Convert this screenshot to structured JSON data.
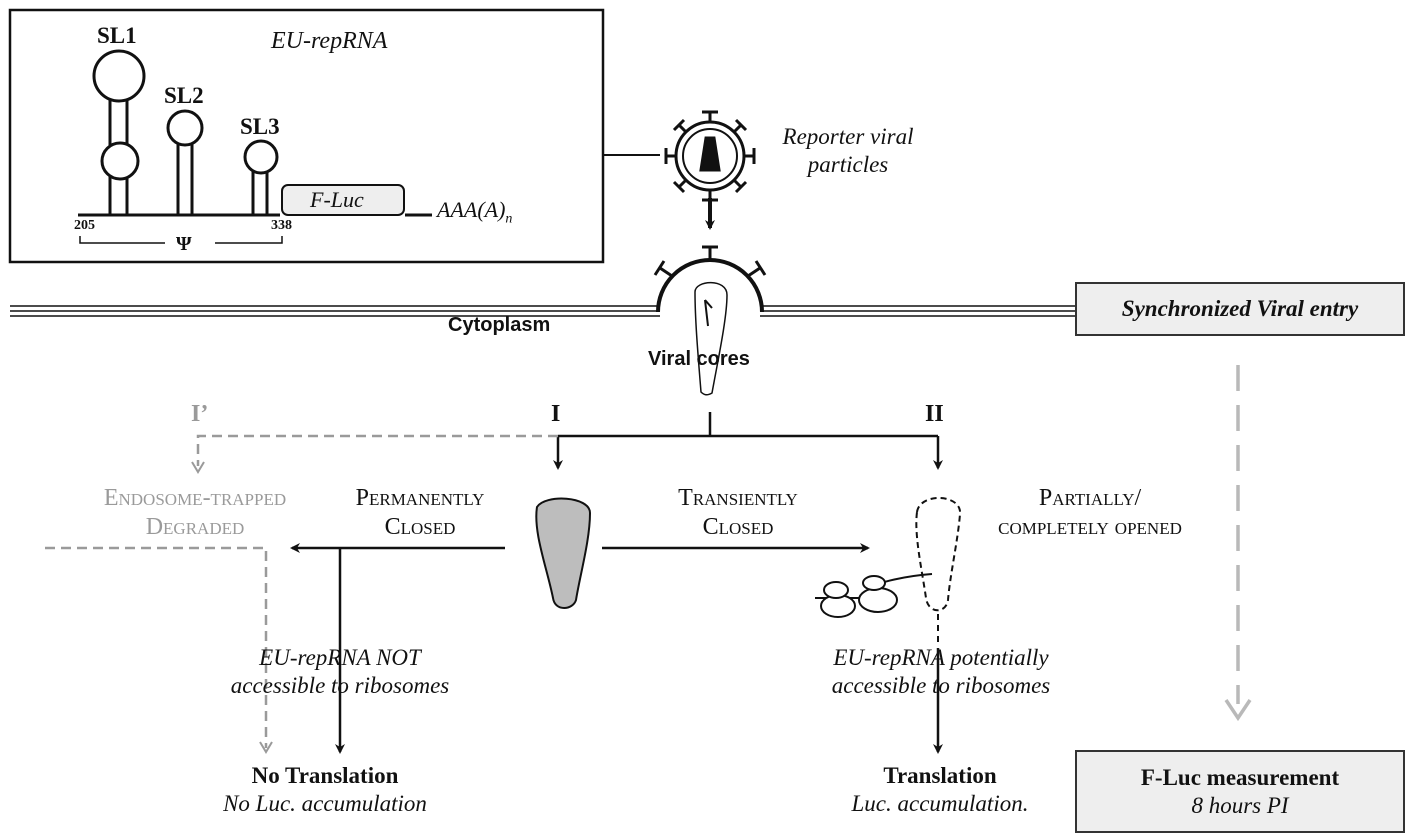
{
  "rna_box": {
    "name": "EU-repRNA",
    "stem_loops": [
      "SL1",
      "SL2",
      "SL3"
    ],
    "gene": "F-Luc",
    "polya": "AAA(A)",
    "polya_sub": "n",
    "pos_start": "205",
    "pos_end": "338",
    "psi": "Ψ"
  },
  "particles": {
    "line1": "Reporter viral",
    "line2": "particles"
  },
  "membrane": {
    "cytoplasm": "Cytoplasm",
    "cores": "Viral cores"
  },
  "routes": {
    "i_prime": "I’",
    "i": "I",
    "ii": "II"
  },
  "states": {
    "endosome_l1": "Endosome-trapped",
    "endosome_l2": "Degraded",
    "perm_l1": "Permanently",
    "perm_l2": "Closed",
    "trans_l1": "Transiently",
    "trans_l2": "Closed",
    "open_l1": "Partially/",
    "open_l2": "completely opened"
  },
  "access": {
    "not_l1": "EU-repRNA NOT",
    "not_l2": "accessible to ribosomes",
    "pot_l1": "EU-repRNA potentially",
    "pot_l2": "accessible to ribosomes"
  },
  "outcomes": {
    "no_title": "No Translation",
    "no_sub": "No Luc. accumulation",
    "yes_title": "Translation",
    "yes_sub": "Luc. accumulation."
  },
  "side": {
    "entry": "Synchronized Viral entry",
    "measure_title": "F-Luc measurement",
    "measure_sub": "8 hours PI"
  },
  "colors": {
    "line": "#111111",
    "grey": "#9a9a9a",
    "core_fill": "#bdbdbd",
    "box_bg": "#eeeeee"
  }
}
